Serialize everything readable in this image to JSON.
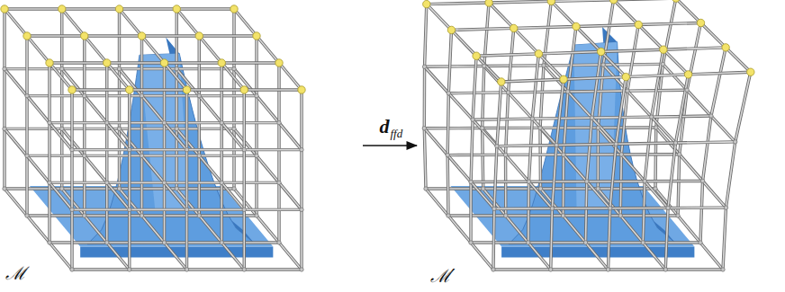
{
  "diagram": {
    "nodes": [
      {
        "text": [
          "ℳ"
        ]
      },
      {
        "text": [
          "ℳ′"
        ]
      }
    ],
    "edges": [
      {
        "from": 0,
        "to": 1,
        "arrow": "to",
        "label": "d"
      }
    ],
    "labels": [
      "ffd"
    ]
  }
}
